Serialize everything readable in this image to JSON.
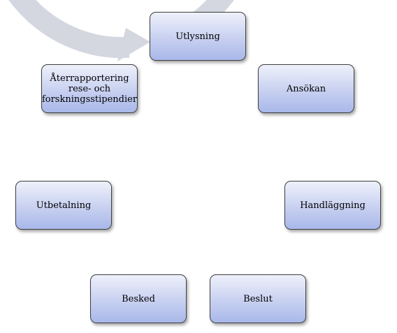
{
  "diagram": {
    "type": "cycle",
    "steps": [
      {
        "id": "utlysning",
        "label": "Utlysning"
      },
      {
        "id": "ansokan",
        "label": "Ansökan"
      },
      {
        "id": "handlaggning",
        "label": "Handläggning"
      },
      {
        "id": "beslut",
        "label": "Beslut"
      },
      {
        "id": "besked",
        "label": "Besked"
      },
      {
        "id": "utbetalning",
        "label": "Utbetalning"
      },
      {
        "id": "aterrapportering",
        "label": "Återrapportering\nrese- och\nforskningsstipendier"
      }
    ],
    "colors": {
      "ring": "#d4d7e0",
      "box_top": "#eef1fb",
      "box_bottom": "#a9b8ea",
      "box_border": "#3f3f3f"
    }
  }
}
